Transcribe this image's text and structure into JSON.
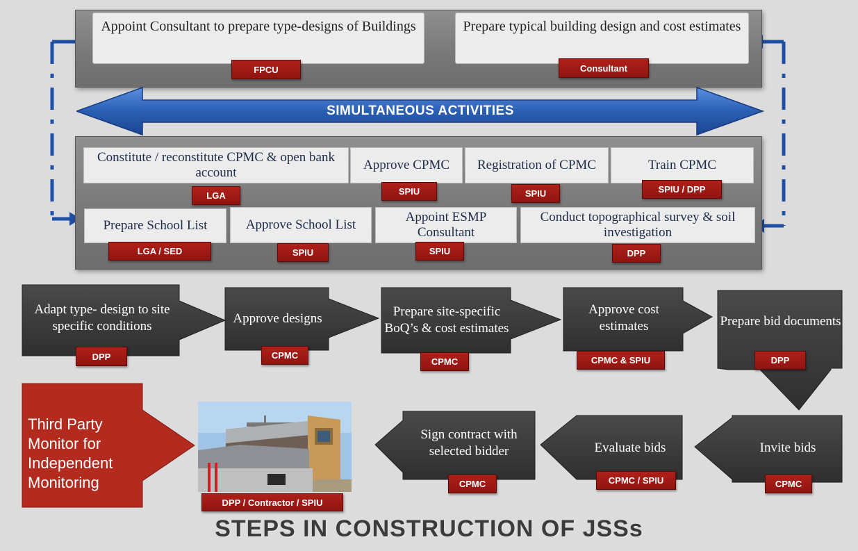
{
  "top": {
    "left_text": "Appoint Consultant to prepare  type-designs of Buildings",
    "left_tag": "FPCU",
    "right_text": "Prepare typical building design and cost estimates",
    "right_tag": "Consultant"
  },
  "banner": {
    "label": "SIMULTANEOUS ACTIVITIES"
  },
  "row1": [
    {
      "text": "Constitute / reconstitute CPMC & open bank account",
      "tag": "LGA"
    },
    {
      "text": "Approve CPMC",
      "tag": "SPIU"
    },
    {
      "text": "Registration of CPMC",
      "tag": "SPIU"
    },
    {
      "text": "Train CPMC",
      "tag": "SPIU / DPP"
    }
  ],
  "row2": [
    {
      "text": "Prepare School List",
      "tag": "LGA / SED"
    },
    {
      "text": "Approve School List",
      "tag": "SPIU"
    },
    {
      "text": "Appoint ESMP Consultant",
      "tag": "SPIU"
    },
    {
      "text": "Conduct topographical survey & soil investigation",
      "tag": "DPP"
    }
  ],
  "flow1": [
    {
      "text": "Adapt type- design to site specific conditions",
      "tag": "DPP"
    },
    {
      "text": "Approve designs",
      "tag": "CPMC"
    },
    {
      "text": "Prepare site-specific BoQ’s & cost estimates",
      "tag": "CPMC"
    },
    {
      "text": "Approve cost estimates",
      "tag": "CPMC & SPIU"
    },
    {
      "text": "Prepare bid documents",
      "tag": "DPP"
    }
  ],
  "flow2": [
    {
      "text": "Invite bids",
      "tag": "CPMC"
    },
    {
      "text": "Evaluate bids",
      "tag": "CPMC / SPIU"
    },
    {
      "text": "Sign contract with selected bidder",
      "tag": "CPMC"
    }
  ],
  "photo_tag": "DPP / Contractor / SPIU",
  "monitor": {
    "text": "Third Party Monitor for Independent Monitoring"
  },
  "footer_title": "STEPS IN CONSTRUCTION OF JSSs",
  "colors": {
    "tag_red": "#a01a14",
    "arrow_blue": "#2a5fb4",
    "step_dark": "#3a3a3a",
    "monitor_red": "#b32a1f"
  }
}
